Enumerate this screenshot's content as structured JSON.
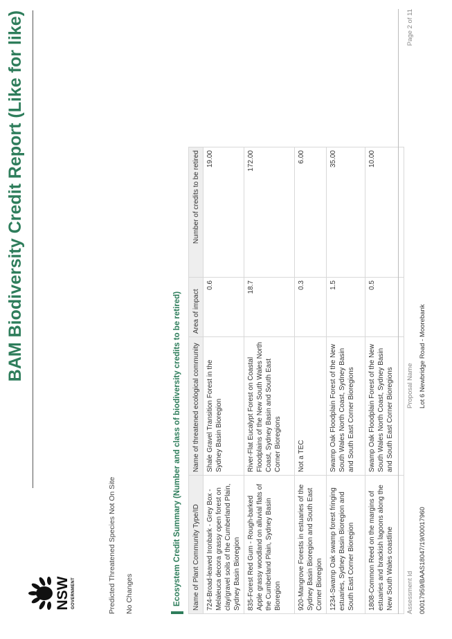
{
  "branding": {
    "logo_text": "NSW",
    "logo_subtext": "GOVERNMENT",
    "logo_icon": "waratah-icon",
    "accent_color": "#2e7d5b"
  },
  "report_title": "BAM Biodiversity Credit Report (Like for like)",
  "notes": {
    "predicted_species": "Predicted Threatened Species Not On Site",
    "changes": "No Changes"
  },
  "section_heading": "Ecosystem Credit Summary (Number and class of biodiversity credits to be retired)",
  "table": {
    "headers": [
      "Name of Plant Community Type/ID",
      "Name of threatened ecological community",
      "Area of impact",
      "Number of credits to be retired"
    ],
    "rows": [
      {
        "pct": "724-Broad-leaved Ironbark - Grey Box - Melaleuca decora grassy open forest on clay/gravel soils of the Cumberland Plain, Sydney Basin Bioregion",
        "tec": "Shale Gravel Transition Forest in the Sydney Basin Bioregion",
        "area": "0.6",
        "credits": "19.00"
      },
      {
        "pct": "835-Forest Red Gum - Rough-barked Apple grassy woodland on alluvial flats of the Cumberland Plain, Sydney Basin Bioregion",
        "tec": "River-Flat Eucalypt Forest on Coastal Floodplains of the New South Wales North Coast, Sydney Basin and South East Corner Bioregions",
        "area": "18.7",
        "credits": "172.00"
      },
      {
        "pct": "920-Mangrove Forests in estuaries of the Sydney Basin Bioregion and South East Corner Bioregion",
        "tec": "Not a TEC",
        "area": "0.3",
        "credits": "6.00"
      },
      {
        "pct": "1234-Swamp Oak swamp forest fringing estuaries, Sydney Basin Bioregion and South East Corner Bioregion",
        "tec": "Swamp Oak Floodplain Forest of the New South Wales North Coast, Sydney Basin and South East Corner Bioregions",
        "area": "1.5",
        "credits": "35.00"
      },
      {
        "pct": "1808-Common Reed on the margins of estuaries and brackish lagoons along the New South Wales coastline",
        "tec": "Swamp Oak Floodplain Forest of the New South Wales North Coast, Sydney Basin and South East Corner Bioregions",
        "area": "0.5",
        "credits": "10.00"
      }
    ]
  },
  "footer": {
    "assessment_label": "Assessment Id",
    "assessment_value": "00017959/BAAS18047/19/00017960",
    "proposal_label": "Proposal Name",
    "proposal_value": "Lot 6 Newbridge Road - Moorebank",
    "page": "Page 2 of 11"
  }
}
